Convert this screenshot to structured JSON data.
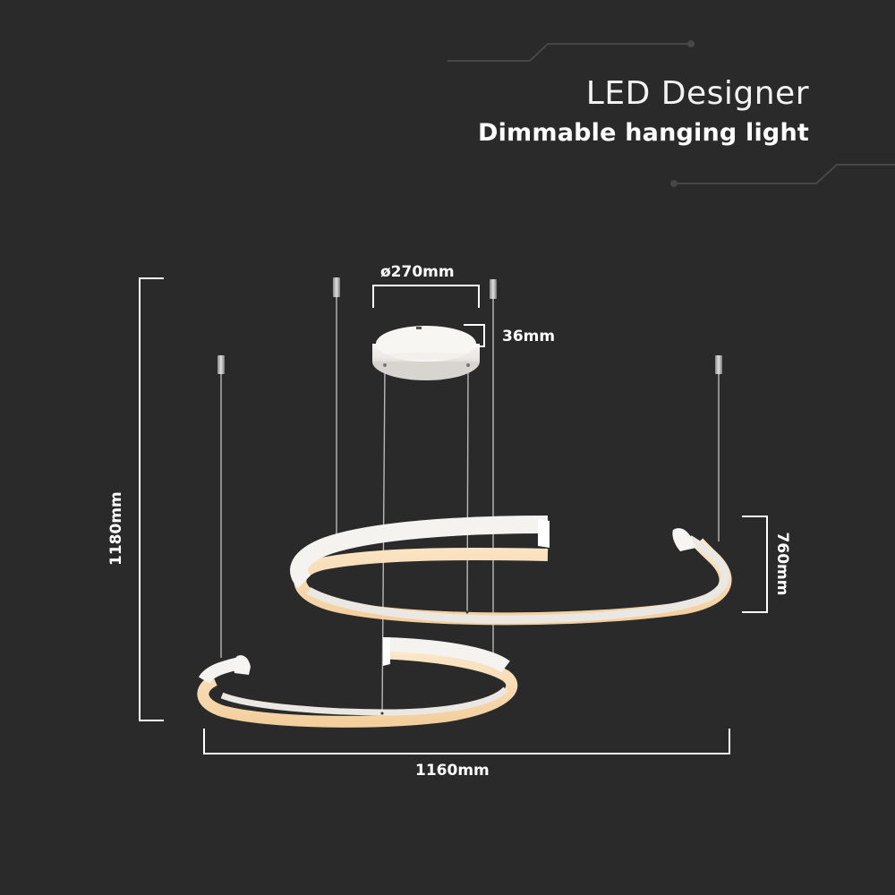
{
  "header": {
    "title": "LED Designer",
    "subtitle": "Dimmable hanging light"
  },
  "dimensions": {
    "canopy_diameter": "ø270mm",
    "canopy_height": "36mm",
    "total_height": "1180mm",
    "ring_drop": "760mm",
    "total_width": "1160mm"
  },
  "colors": {
    "background": "#2a2a2a",
    "text": "#ffffff",
    "bracket": "#ffffff",
    "ring_body": "#f4f2f0",
    "ring_glow": "#f7d9b0",
    "wire": "#bdbdbd",
    "deco_line": "#4a4a4a"
  },
  "icons": {
    "product": "led-spiral-pendant-illustration"
  }
}
